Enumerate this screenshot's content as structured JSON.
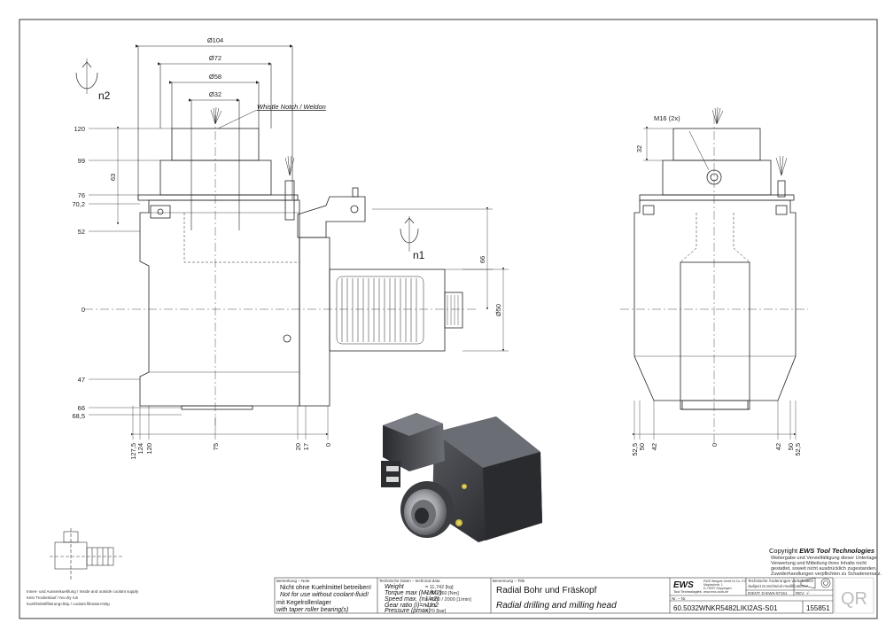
{
  "drawing": {
    "diameters": [
      "Ø104",
      "Ø72",
      "Ø58",
      "Ø32"
    ],
    "callout_note": "Whistle Notch / Weldon",
    "rotation_labels": [
      "n2",
      "n1"
    ],
    "side_heights": [
      "120",
      "99",
      "76",
      "70,2",
      "52",
      "0",
      "47",
      "66",
      "68,5"
    ],
    "side_dim_63": "63",
    "bottom_dims": [
      "127,5",
      "124",
      "120",
      "75",
      "20",
      "17",
      "0"
    ],
    "spindle_dim_66": "66",
    "spindle_dim_d50": "Ø50",
    "front_thread": "M16 (2x)",
    "front_dim_32": "32",
    "front_bottom_dims": [
      "52,5",
      "50",
      "42",
      "0",
      "42",
      "50",
      "52,5"
    ]
  },
  "coolant": {
    "line1": "Innen- und Aussenkuehlung / Inside and outside coolant supply",
    "line2": "Kein Trockenlauf / No dry run",
    "line3": "Kuehlmittelfilterung<50μ / coolant filtration<50μ"
  },
  "copyright": {
    "line1_prefix": "Copyright ",
    "line1_brand": "EWS Tool Technologies",
    "body": [
      "Weitergabe und Vervielfältigung dieser Unterlage,",
      "Verwertung und Mitteilung ihres Inhalts nicht",
      "gestattet, soweit nicht ausdrücklich zugestanden.",
      "Zuwiderhandlungen verpflichten zu Schadenersatz."
    ]
  },
  "title_block": {
    "notes_header": "Bemerkung – Note",
    "note1": "Nicht ohne Kuehlmittel betreiben!",
    "note2": "Not for use without coolant-fluid!",
    "note3": "mit Kegelrollenlager",
    "note4": "with taper roller bearing(s)",
    "tech_header": "Technische Daten – technical data",
    "tech_rows": [
      {
        "label": "Weight",
        "value": "=  11,742 [kg]"
      },
      {
        "label": "Torque max (M1/M2)",
        "value": "=  80 / 160 [Nm]"
      },
      {
        "label": "Speed max. (n1/n2)",
        "value": "=  4000 / 2000 [1/min]"
      },
      {
        "label": "Gear ratio  (i)=n1/n2",
        "value": "=  2:1"
      },
      {
        "label": "Pressure    (pmax)",
        "value": "=  70 [bar]"
      }
    ],
    "name_header": "Benennung – Title",
    "title_de": "Radial Bohr und Fräskopf",
    "title_en": "Radial drilling and milling head",
    "logo": "EWS",
    "logo_sub": "Tool Technologies",
    "company_lines": [
      "EWS Weigele GmbH & Co. KG",
      "Maybachstr. 1",
      "D-73037 Göppingen",
      "www.ews-tools.de"
    ],
    "change_de": "Technische Änderungen vorbehalten!",
    "change_en": "Subject to technical modifications!",
    "ident": "IDENT:  D-EWS-97151",
    "rev": "REV:   -/-",
    "nr_label": "Nr. – Nr.",
    "part_number": "60.5032WNKR5482LIKI2AS-S01",
    "drawing_number": "155851",
    "qr": "QR"
  }
}
